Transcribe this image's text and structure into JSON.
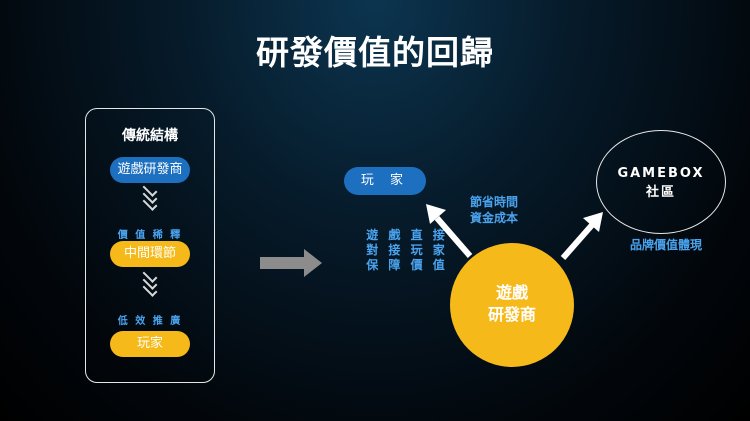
{
  "title": "研發價值的回歸",
  "traditional": {
    "heading": "傳統結構",
    "developer": "遊戲研發商",
    "step1_label": "價 值 稀 釋",
    "middle": "中間環節",
    "step2_label": "低 效 推 廣",
    "player": "玩家"
  },
  "new_model": {
    "player_pill": "玩 家",
    "direct_lines": [
      "遊 戲 直 接",
      "對 接 玩 家",
      "保 障 價 值"
    ],
    "savings_lines": [
      "節省時間",
      "資金成本"
    ],
    "developer_lines": [
      "遊戲",
      "研發商"
    ],
    "community_lines": [
      "GAMEBOX",
      "社區"
    ],
    "brand_label": "品牌價值體現"
  },
  "colors": {
    "accent_blue": "#1d6fc0",
    "text_blue": "#4aa3ee",
    "accent_yellow": "#f6b91a",
    "arrow_gray": "#8c8c8c",
    "background": "#02070c"
  }
}
